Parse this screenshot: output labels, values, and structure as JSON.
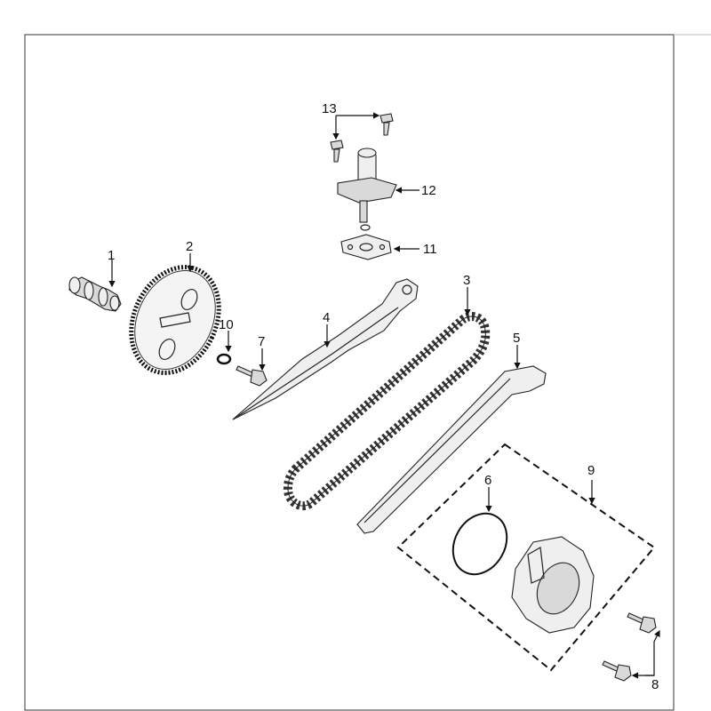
{
  "diagram": {
    "kind": "exploded-parts-view",
    "callouts": [
      {
        "id": "1",
        "label": "1"
      },
      {
        "id": "2",
        "label": "2"
      },
      {
        "id": "3",
        "label": "3"
      },
      {
        "id": "4",
        "label": "4"
      },
      {
        "id": "5",
        "label": "5"
      },
      {
        "id": "6",
        "label": "6"
      },
      {
        "id": "7",
        "label": "7"
      },
      {
        "id": "8",
        "label": "8"
      },
      {
        "id": "9",
        "label": "9"
      },
      {
        "id": "10",
        "label": "10"
      },
      {
        "id": "11",
        "label": "11"
      },
      {
        "id": "12",
        "label": "12"
      },
      {
        "id": "13",
        "label": "13"
      }
    ],
    "colors": {
      "line": "#222222",
      "frame": "#555555",
      "background": "#ffffff"
    }
  }
}
